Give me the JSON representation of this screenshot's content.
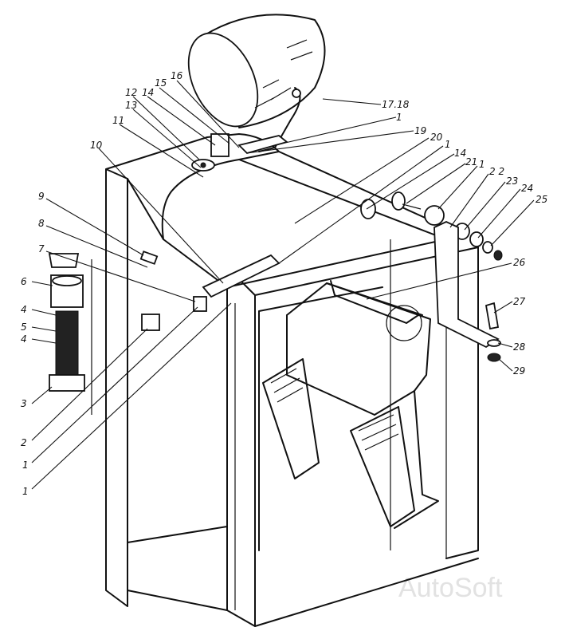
{
  "diagram": {
    "labels": {
      "l16": "16",
      "l15": "15",
      "l14a": "14",
      "l12": "12",
      "l13": "13",
      "l11": "11",
      "l10": "10",
      "l9": "9",
      "l8": "8",
      "l7": "7",
      "l6": "6",
      "l4a": "4",
      "l5": "5",
      "l4b": "4",
      "l3": "3",
      "l2": "2",
      "l1a": "1",
      "l1b": "1",
      "l1718": "17.18",
      "l1c": "1",
      "l19": "19",
      "l20": "20",
      "l1d": "1",
      "l14b": "14",
      "l21": "21",
      "l1e": "1",
      "l22": "2 2",
      "l23": "23",
      "l24": "24",
      "l25": "25",
      "l26": "26",
      "l27": "27",
      "l28": "28",
      "l29": "29"
    },
    "watermark": "AutoSoft"
  }
}
